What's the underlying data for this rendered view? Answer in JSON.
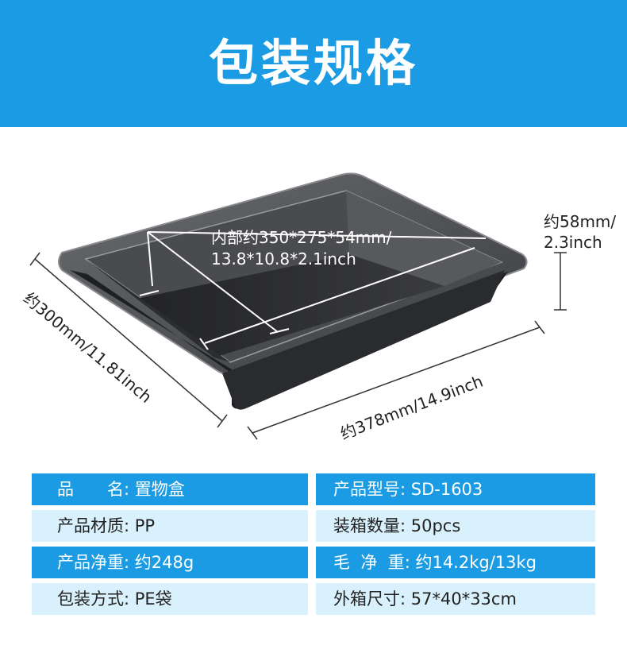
{
  "header": {
    "title": "包装规格"
  },
  "dimensions": {
    "inner_line1": "内部约350*275*54mm/",
    "inner_line2": "13.8*10.8*2.1inch",
    "height_line1": "约58mm/",
    "height_line2": "2.3inch",
    "width": "约378mm/14.9inch",
    "depth": "约300mm/11.81inch"
  },
  "specs": {
    "rows": [
      {
        "left_label": "品　　名",
        "left_value": ": 置物盒",
        "right_label": "产品型号",
        "right_value": ": SD-1603",
        "style": "dark"
      },
      {
        "left_label": "产品材质",
        "left_value": ": PP",
        "right_label": "装箱数量",
        "right_value": ": 50pcs",
        "style": "light"
      },
      {
        "left_label": "产品净重",
        "left_value": ": 约248g",
        "right_label": "毛  净  重",
        "right_value": ": 约14.2kg/13kg",
        "style": "dark"
      },
      {
        "left_label": "包装方式",
        "left_value": ": PE袋",
        "right_label": "外箱尺寸",
        "right_value": ": 57*40*33cm",
        "style": "light"
      }
    ]
  },
  "colors": {
    "brand_blue": "#1a9be3",
    "light_blue": "#d9f1fc",
    "tray": "#2f3033"
  }
}
